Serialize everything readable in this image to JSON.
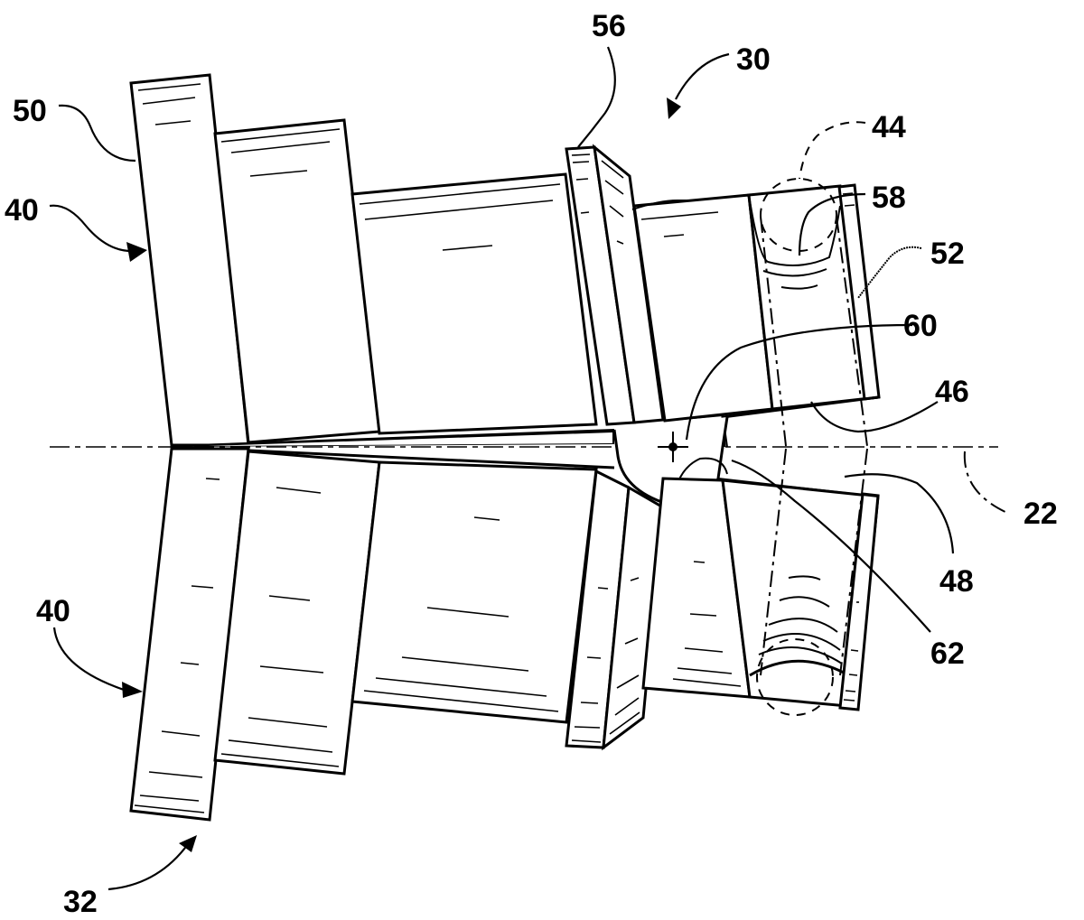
{
  "figure": {
    "type": "patent-drawing",
    "subject": "rotating machine assembly shown in side elevation, split about a center axis",
    "colors": {
      "ink": "#000000",
      "paper": "#ffffff"
    }
  },
  "labels": {
    "ref_30": "30",
    "ref_32": "32",
    "ref_40_upper": "40",
    "ref_40_lower": "40",
    "ref_50": "50",
    "ref_56": "56",
    "ref_44": "44",
    "ref_58": "58",
    "ref_52": "52",
    "ref_60": "60",
    "ref_46": "46",
    "ref_22": "22",
    "ref_48": "48",
    "ref_62": "62"
  },
  "components": [
    {
      "ref": "22",
      "description": "center axis (dash-dot line)"
    },
    {
      "ref": "30",
      "description": "overall assembly"
    },
    {
      "ref": "32",
      "description": "lower half assembly"
    },
    {
      "ref": "40",
      "description": "outer flange segment"
    },
    {
      "ref": "44",
      "description": "phantom circular feature (dashed)"
    },
    {
      "ref": "46",
      "description": "upper step surface"
    },
    {
      "ref": "48",
      "description": "lower step surface"
    },
    {
      "ref": "50",
      "description": "leading flange edge"
    },
    {
      "ref": "52",
      "description": "end ring surface"
    },
    {
      "ref": "56",
      "description": "intermediate flange"
    },
    {
      "ref": "58",
      "description": "upper groove"
    },
    {
      "ref": "60",
      "description": "pivot point"
    },
    {
      "ref": "62",
      "description": "lower curved lobe"
    }
  ]
}
